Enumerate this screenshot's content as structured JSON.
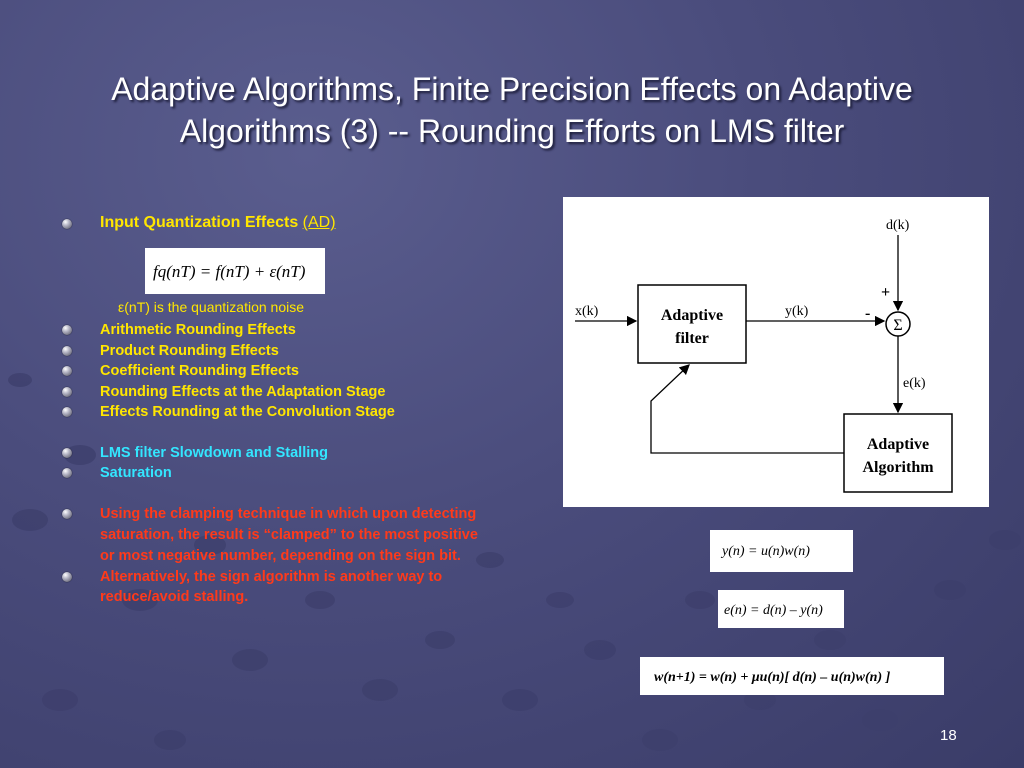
{
  "slide": {
    "title": "Adaptive Algorithms, Finite Precision Effects on Adaptive Algorithms (3) -- Rounding Efforts on LMS filter",
    "page_number": "18"
  },
  "bullets": {
    "input_quantization_label": "Input Quantization Effects",
    "input_quantization_tag": "(AD)",
    "quantization_equation": "fq(nT) = f(nT) + ε(nT)",
    "noise_note": "ε(nT) is the quantization noise",
    "yellow_items": [
      "Arithmetic Rounding Effects",
      "Product Rounding Effects",
      "Coefficient Rounding Effects",
      "Rounding Effects at the Adaptation Stage",
      "Effects Rounding at the Convolution Stage"
    ],
    "cyan_items": [
      "LMS filter Slowdown and Stalling",
      "Saturation"
    ],
    "red_items": [
      "Using the clamping technique in which upon detecting saturation, the result is “clamped” to the most positive or most negative number, depending on the sign bit.",
      "Alternatively, the sign algorithm is another way to reduce/avoid stalling."
    ]
  },
  "diagram": {
    "input_label": "x(k)",
    "desired_label": "d(k)",
    "output_label": "y(k)",
    "error_label": "e(k)",
    "filter_label_line1": "Adaptive",
    "filter_label_line2": "filter",
    "algorithm_label_line1": "Adaptive",
    "algorithm_label_line2": "Algorithm",
    "plus_sign": "+",
    "minus_sign": "-",
    "sum_symbol": "Σ"
  },
  "equations": {
    "output": "y(n) = u(n)w(n)",
    "error": "e(n) = d(n) – y(n)",
    "update": "w(n+1) = w(n) + μu(n)[ d(n) – u(n)w(n) ]"
  },
  "colors": {
    "title": "#ffffff",
    "bullet_yellow": "#ffe600",
    "bullet_cyan": "#33e6ff",
    "bullet_red": "#ff3a1a",
    "background": "#4a4c7c"
  }
}
